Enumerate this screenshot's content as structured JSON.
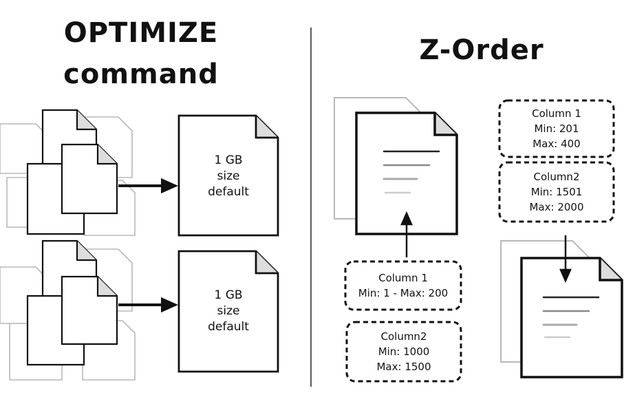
{
  "left": {
    "title_line1": "OPTIMIZE",
    "title_line2": "command",
    "output_files": [
      {
        "line1": "1 GB",
        "line2": "size",
        "line3": "default"
      },
      {
        "line1": "1 GB",
        "line2": "size",
        "line3": "default"
      }
    ]
  },
  "right": {
    "title": "Z-Order",
    "file_a_stats": [
      {
        "name": "Column 1",
        "range": "Min: 1 - Max: 200"
      },
      {
        "name": "Column2",
        "min": "Min: 1000",
        "max": "Max: 1500"
      }
    ],
    "file_b_stats": [
      {
        "name": "Column 1",
        "min": "Min: 201",
        "max": "Max: 400"
      },
      {
        "name": "Column2",
        "min": "Min: 1501",
        "max": "Max: 2000"
      }
    ]
  },
  "colors": {
    "ink": "#111111",
    "faded": "#b8b8b8",
    "line_gray": "#888888"
  }
}
